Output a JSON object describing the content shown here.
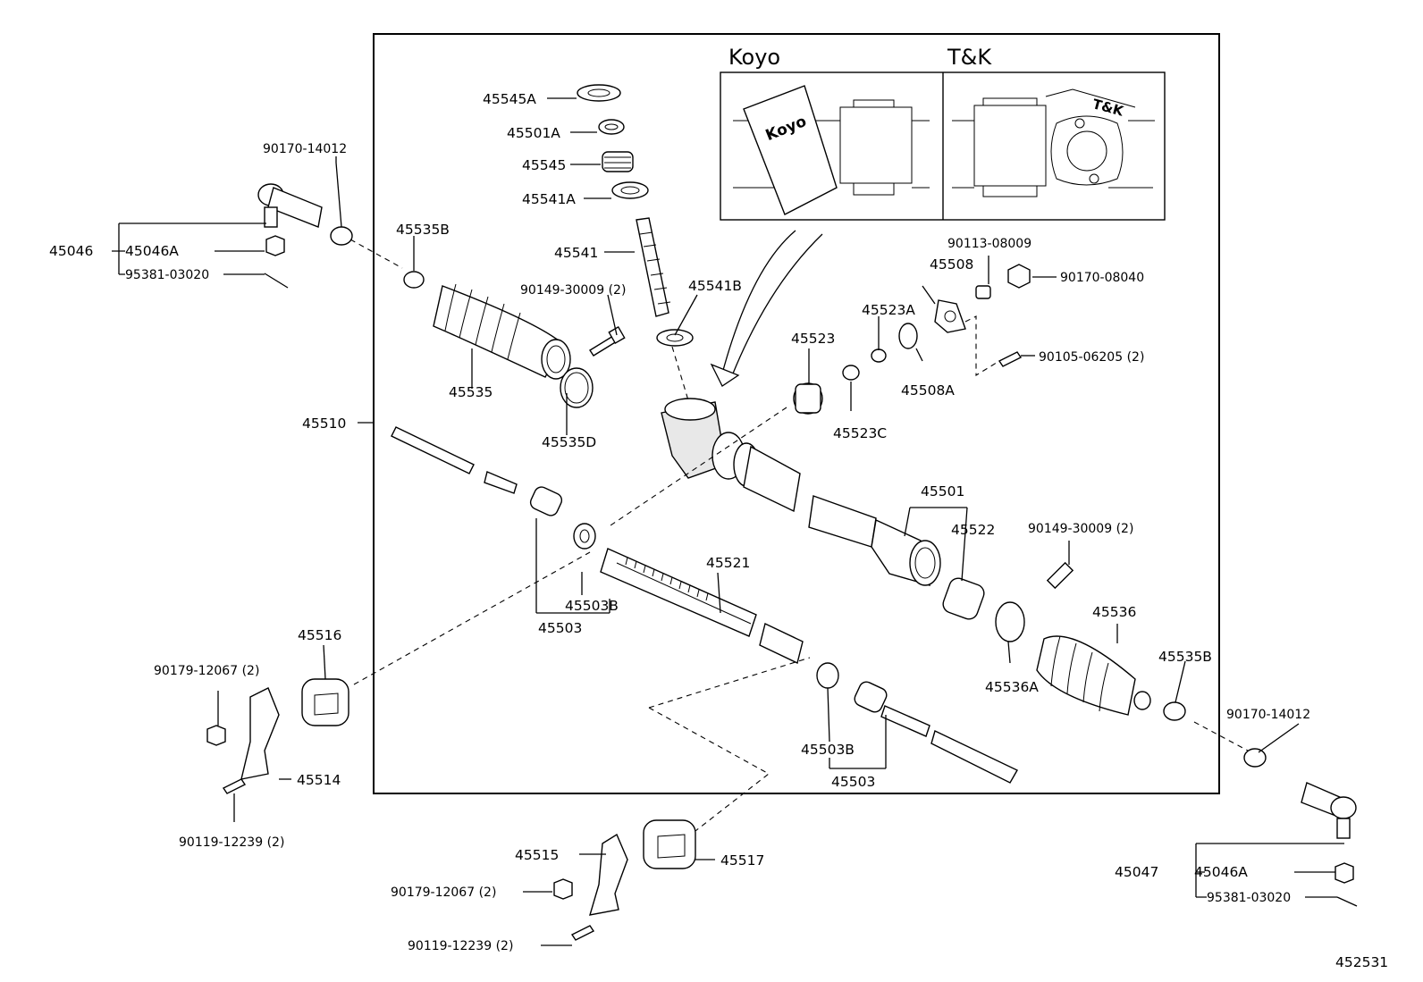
{
  "diagram_id": "452531",
  "inset": {
    "vendors": [
      "Koyo",
      "T&K"
    ],
    "koyo_stamp": "Koyo",
    "tk_stamp": "T&K"
  },
  "labels": {
    "p45545A": "45545A",
    "p45501A": "45501A",
    "p45545": "45545",
    "p45541A": "45541A",
    "p45541": "45541",
    "p45541B": "45541B",
    "p90149_top": "90149-30009 (2)",
    "p45535B_left": "45535B",
    "p45535": "45535",
    "p45535D": "45535D",
    "p90170_14012_left": "90170-14012",
    "p45046": "45046",
    "p45046A_left": "45046A",
    "p95381_left": "95381-03020",
    "p45510": "45510",
    "p45523": "45523",
    "p45523A": "45523A",
    "p45523C": "45523C",
    "p45508": "45508",
    "p45508A": "45508A",
    "p90113": "90113-08009",
    "p90170_08040": "90170-08040",
    "p90105": "90105-06205 (2)",
    "p45501": "45501",
    "p45522": "45522",
    "p90149_right": "90149-30009 (2)",
    "p45503B_top": "45503B",
    "p45503_top": "45503",
    "p45521": "45521",
    "p45536": "45536",
    "p45535B_right": "45535B",
    "p45536A": "45536A",
    "p45503B_bot": "45503B",
    "p45503_bot": "45503",
    "p45516": "45516",
    "p90179_left": "90179-12067 (2)",
    "p45514": "45514",
    "p90119_left": "90119-12239 (2)",
    "p45515": "45515",
    "p45517": "45517",
    "p90179_bot": "90179-12067 (2)",
    "p90119_bot": "90119-12239 (2)",
    "p90170_14012_right": "90170-14012",
    "p45047": "45047",
    "p45046A_right": "45046A",
    "p95381_right": "95381-03020"
  }
}
